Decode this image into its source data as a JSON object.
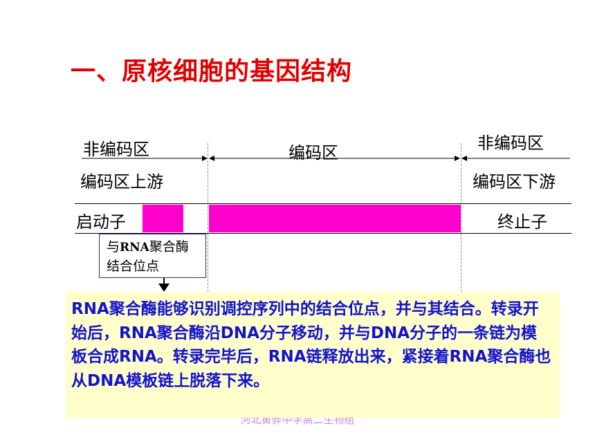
{
  "title": "一、原核细胞的基因结构",
  "regions": {
    "left_noncoding": "非编码区",
    "coding": "编码区",
    "right_noncoding": "非编码区",
    "upstream": "编码区上游",
    "downstream": "编码区下游",
    "promoter": "启动子",
    "terminator": "终止子"
  },
  "binding_site": {
    "line1_prefix": "与",
    "line1_rna": "RNA",
    "line1_suffix": "聚合酶",
    "line2": "结合位点"
  },
  "description": "RNA聚合酶能够识别调控序列中的结合位点，并与其结合。转录开始后，RNA聚合酶沿DNA分子移动，并与DNA分子的一条链为模板合成RNA。转录完毕后，RNA链释放出来，紧接着RNA聚合酶也从DNA模板链上脱落下来。",
  "footer": "河北黄骅中学高二生物组",
  "colors": {
    "title": "#e00000",
    "segment": "#ff00cc",
    "description_text": "#1313cc",
    "description_bg": "#ffffcc"
  }
}
